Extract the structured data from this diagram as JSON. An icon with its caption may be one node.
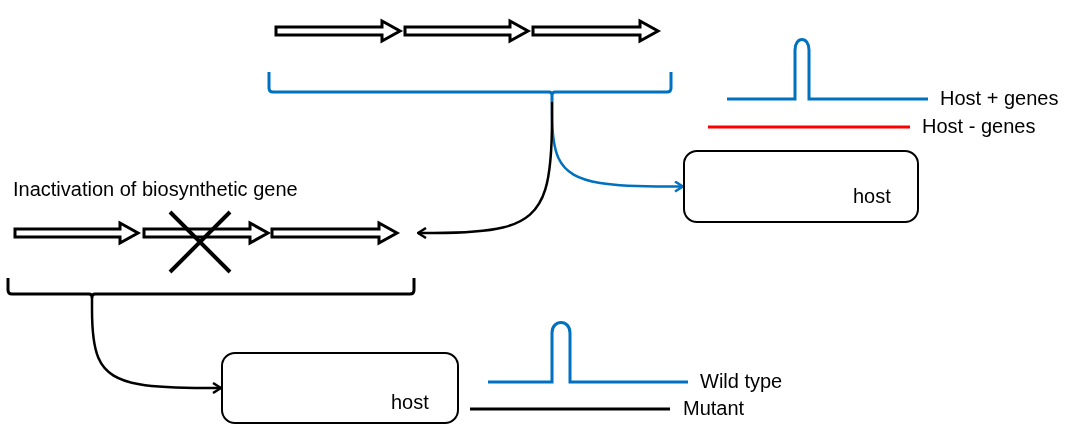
{
  "diagram": {
    "nodes": [
      {
        "text": [],
        "shape": "picture"
      },
      {
        "text": [
          "host"
        ]
      },
      {
        "text": [
          "Inactivation of biosynthetic gene"
        ]
      },
      {
        "text": [
          "host"
        ]
      }
    ],
    "edges": [
      {
        "from": 0,
        "to": 1,
        "arrow": "to",
        "color": "#0070c0"
      },
      {
        "from": 0,
        "to": 2,
        "arrow": "to"
      },
      {
        "from": 2,
        "to": 3,
        "arrow": "to"
      }
    ],
    "legend": [
      {
        "text": "Host + genes"
      },
      {
        "text": "Host - genes"
      },
      {
        "text": "Wild type"
      },
      {
        "text": "Mutant"
      }
    ]
  }
}
